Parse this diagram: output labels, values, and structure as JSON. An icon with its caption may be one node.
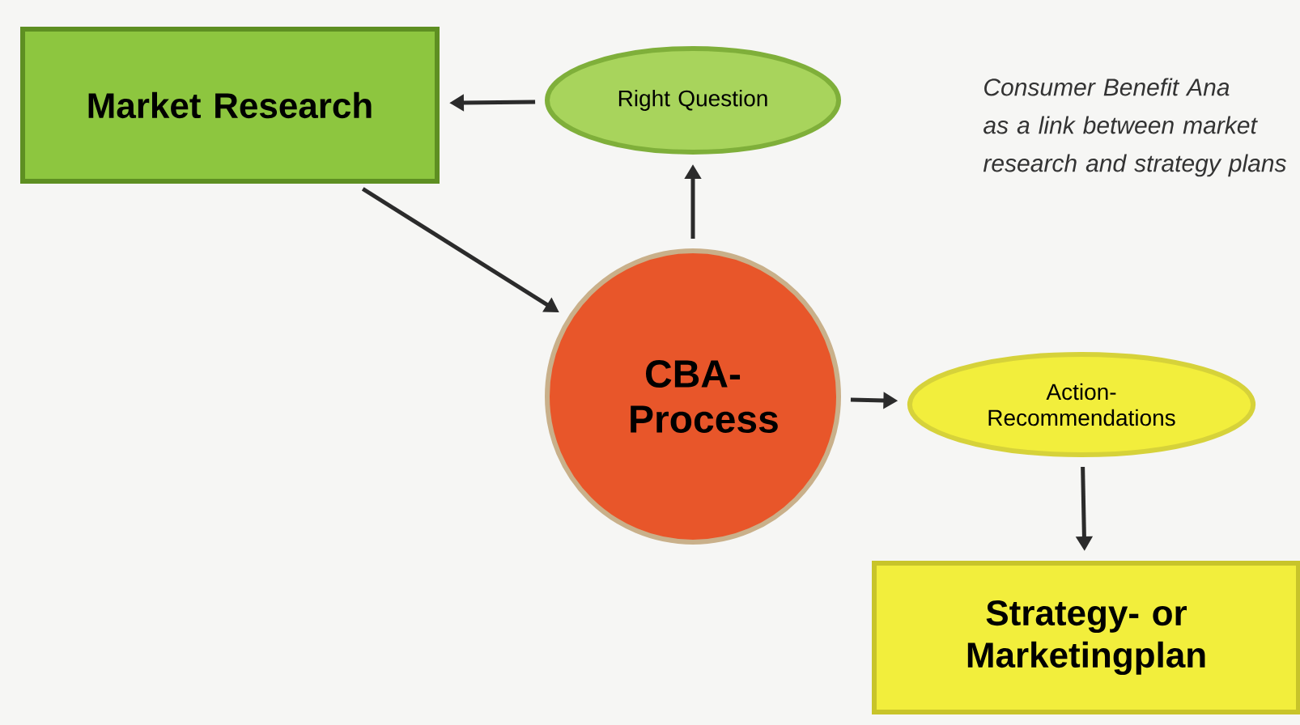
{
  "diagram": {
    "nodes": [
      {
        "text": [
          "Market Research"
        ]
      },
      {
        "text": [
          "Right Question"
        ]
      },
      {
        "text": [
          "CBA- Process"
        ]
      },
      {
        "text": [
          "Action- Recommendations"
        ]
      },
      {
        "text": [
          "Strategy- or Marketingplan"
        ]
      }
    ],
    "edges": [
      {
        "from": 1,
        "to": 0,
        "arrow": "to"
      },
      {
        "from": 0,
        "to": 2,
        "arrow": "to"
      },
      {
        "from": 2,
        "to": 1,
        "arrow": "to"
      },
      {
        "from": 2,
        "to": 3,
        "arrow": "to"
      },
      {
        "from": 3,
        "to": 4,
        "arrow": "to"
      }
    ],
    "labels": [
      "Consumer Benefit Ana as a link between market research and strategy plans"
    ]
  }
}
